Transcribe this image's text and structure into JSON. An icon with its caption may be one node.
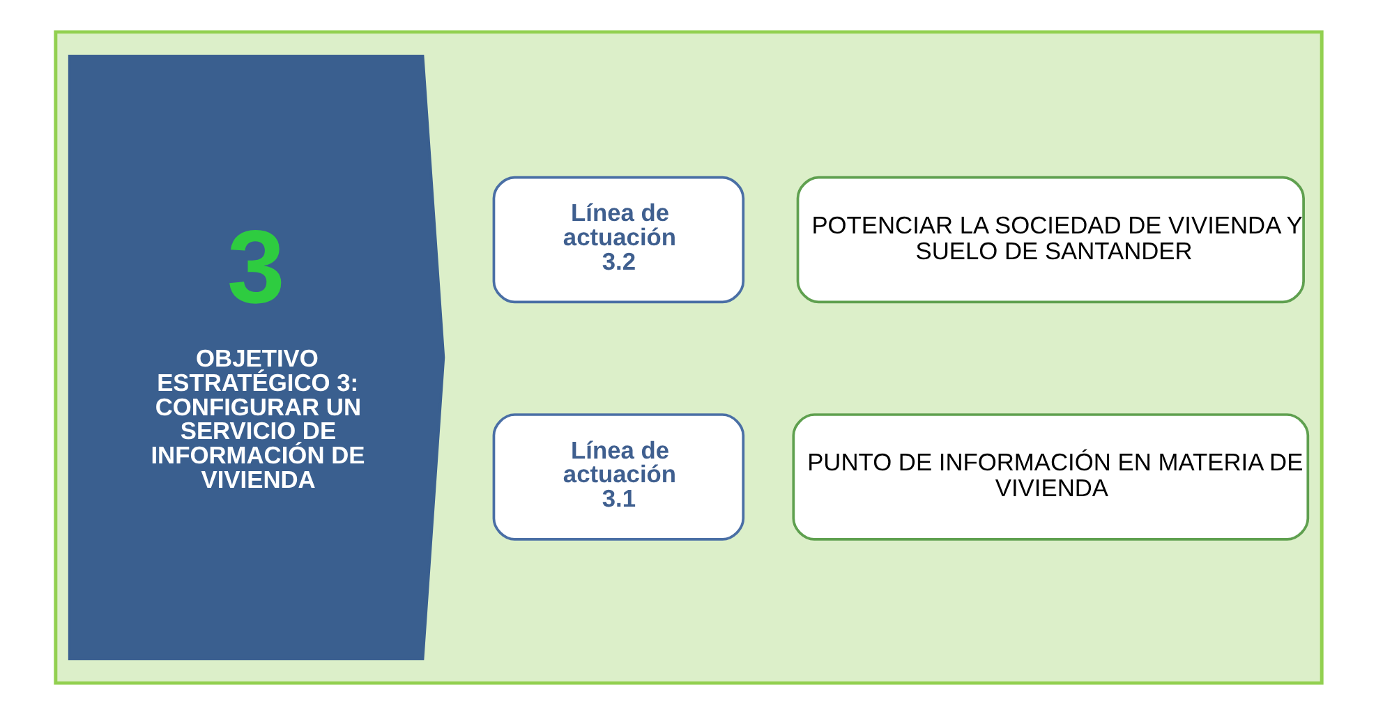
{
  "diagram": {
    "nodes": [
      {
        "text": [],
        "shape": "box"
      },
      {
        "text": [
          "3",
          "OBJETIVO ESTRATÉGICO 3: CONFIGURAR UN SERVICIO DE INFORMACIÓN DE VIVIENDA"
        ],
        "in": 0
      },
      {
        "text": [
          "Línea de actuación 3.1"
        ],
        "in": 0
      },
      {
        "text": [
          "PUNTO DE INFORMACIÓN EN MATERIA DE VIVIENDA"
        ],
        "in": 0
      },
      {
        "text": [
          "Línea de actuación 3.2"
        ],
        "in": 0
      },
      {
        "text": [
          "POTENCIAR LA SOCIEDAD DE VIVIENDA Y SUELO DE SANTANDER"
        ],
        "in": 0
      }
    ],
    "edges": []
  }
}
